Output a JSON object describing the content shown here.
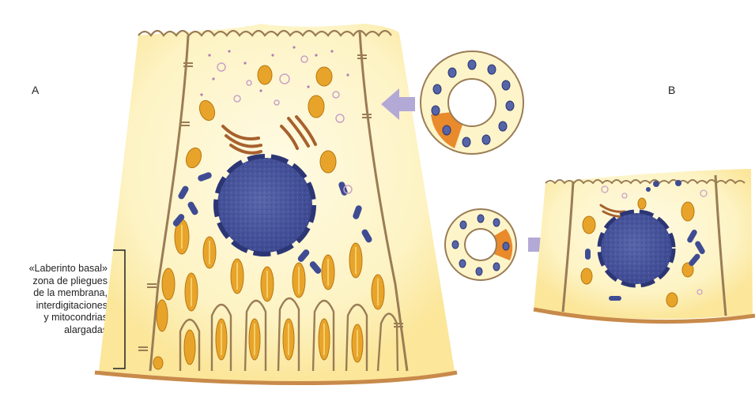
{
  "labels": {
    "a": "A",
    "b": "B"
  },
  "annotation": {
    "lines": [
      "«Laberinto basal»",
      "zona de pliegues",
      "de la membrana,",
      "interdigitaciones",
      "y mitocondrias",
      "alargadas"
    ]
  },
  "colors": {
    "cytoplasm": "#fdf5c9",
    "cytoplasm_glow": "#fbe99c",
    "membrane": "#9a7c55",
    "basement": "#c88a4a",
    "nucleus": "#3f4c93",
    "nucleus_inner": "#5664a8",
    "mitochondria": "#e8a42a",
    "mito_inner": "#fbe58c",
    "golgi": "#a7612d",
    "vesicle": "#c9a2c8",
    "arrow": "#b3a9d6",
    "highlight_cell": "#e98a2c"
  }
}
